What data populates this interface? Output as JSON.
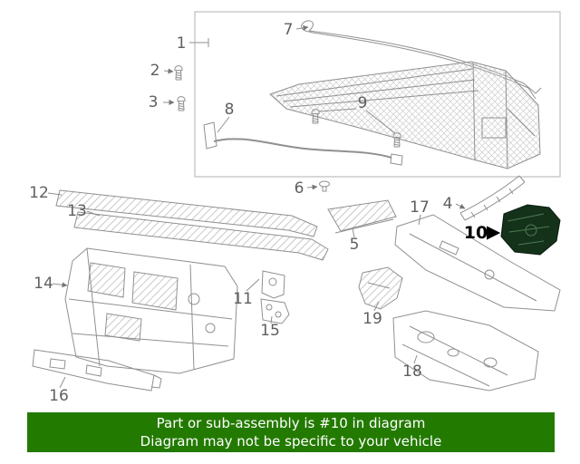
{
  "diagram": {
    "highlighted_part": "10",
    "labels": {
      "p1": "1",
      "p2": "2",
      "p3": "3",
      "p4": "4",
      "p5": "5",
      "p6": "6",
      "p7": "7",
      "p8": "8",
      "p9": "9",
      "p10": "10",
      "p11": "11",
      "p12": "12",
      "p13": "13",
      "p14": "14",
      "p15": "15",
      "p16": "16",
      "p17": "17",
      "p18": "18",
      "p19": "19"
    }
  },
  "banner": {
    "line1": "Part or sub-assembly is #10 in diagram",
    "line2": "Diagram may not be specific to your vehicle"
  },
  "colors": {
    "banner_background": "#237a00",
    "banner_text": "#ffffff",
    "highlight_fill": "#14321a",
    "line_art": "#909090",
    "label_text": "#5f5f5f"
  }
}
